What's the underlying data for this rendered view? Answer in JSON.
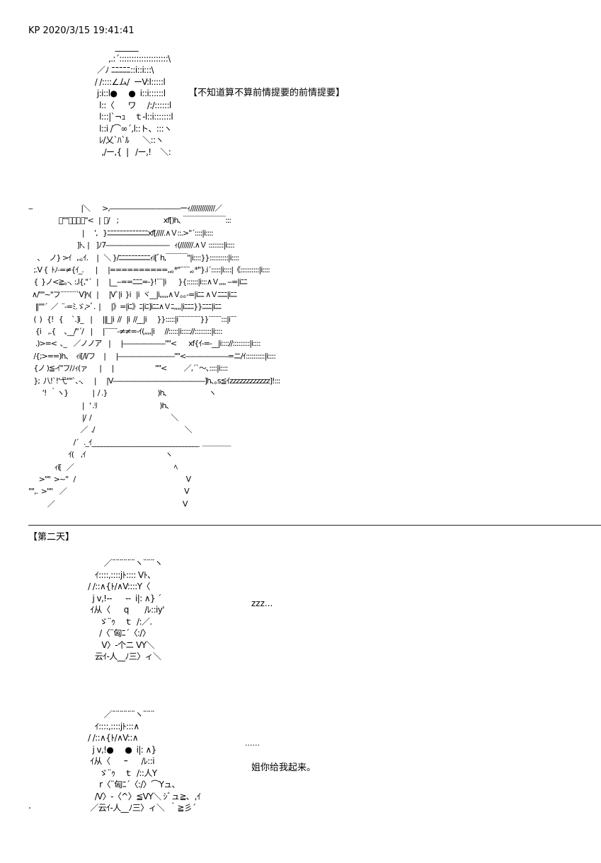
{
  "header": {
    "timestamp": "KP 2020/3/15 19:41:41"
  },
  "scene1": {
    "narration": "【不知道算不算前情提要的前情提要】",
    "aa_character": [
      "                 ______",
      "              ,.:´::::::::::::::::::::\\",
      "         ／ﾉ ﾆﾆﾆﾆﾆ::i::i:::\\",
      "        / /::::∠ム/  ーV:l:::::l",
      "         j:i::l●     ●  i::i::::::l",
      "          l::〈      ワ     /:/::::::l",
      "          l:::|`¬ｭ    ｔ-l::i:::::::l",
      "          l::i /⌒∞´,l::ト、:::ヽ",
      "          ﾚ/乂`ﾊ`ﾙ      ＼::ヽ",
      "           ,/ー,{  |   /ー,!    ＼:"
    ],
    "aa_scene": [
      "-‐                            |＼       >,――――――――――ーｨ/////////////／",
      "                 ﾞ\"\"～､､ﾞ\"<   |  ＼/    ;                          xf[)h､ ￣￣￣￣￣￣:::",
      "                               |      ',   }ﾆﾆﾆﾆﾆﾆﾆﾆﾆﾆﾆﾆﾆxf[////.∧Ｖ::.>\"´::::|i::::",
      "                            ]ﾄ､ |    ]ﾉ7―――――――――   ｨ(///////.∧Ｖ ::::::::|i::::",
      "     、   ノ} >ｲ   ,.｡ｲ.     |   ＼ }/ﾆﾆﾆﾆﾆﾆﾆﾆﾆﾆｨi[ﾞh,￣￣￣\"|i::::}}::::::::::|i::::",
      "   ;.V {  ﾄﾉ-=≠{ｲ_.       |      |==========,,｡*\"¨¨¨,｡*\"}.i´:::::|i::::|《::::::::::|i::::",
      "   {  }ノ<≧｡-､ :,l{,\"´   |      |__--==ﾆﾆﾆ=-}!¨¨|i       }{::::::|i:::∧Ｖ,,,, --=|iﾆﾆ",
      "  ∧/\"\"~\"フ¨¨¨¨¨`V]ﾍ(   |      |V`|i  }i   |i  ヾ__|i,,,,,∧Ｖ｡｡-=|iﾆﾆ ∧Ｖﾆﾆﾆ|iﾆﾆ",
      "    ‖\"\"´  ／  ¨-=ﾐ.ゞ,>ﾞ.  |      |》=|iﾆ》ﾆ|iﾆ]iﾆﾆ∧Ｖﾆ,,,,|iﾆﾆﾆ}}ﾆﾆﾆ|iﾆﾆ",
      "   (  )   {!   {     `.]i_    |      |‖_|i  //   |i  //__|i      }}:::::|i¨¨¨¨¨¨¨}}¨¨¨¨:::|i¨¨",
      "    {i    ,.{     ､__/\"´/    |      |¨¨¨¨-≠≠=-ｲ(,,,,|i      //:::::|i::::://:::::::::|i::::",
      "    .)>=<  ､_    ／ノノア    |      |――――――\"\"<       xf{ｲ-=-__|i:::://:::::::::|i::::",
      "   /{;>==)h、  ｨi[/l/フ     |      |――――――――\"\"<――――――=ニ/ｲ::::::::::|i::::",
      "   {ノ )≦-ｲ\"フ/ﾉｨ(ァ       |      |                        \"\"<          ／,´`～､::::|i::::",
      "   };  八!`!'弋\"\"`､-､      |      |V―――――――――――――]h､｡s≦ｲzzzzzzzzzzzz]!:::",
      "        ‘!  ｀ヽ}              |  / .}                             )h､                        ヽ",
      "                               |   ' .ﾘ                                    )h、",
      "                               |/  /                                              ＼",
      "                              ／  ./                                                    ＼",
      "                          /´   ._ｲ__________________________________  ＿＿＿＿",
      "                       ｲ(    ,ｲ                                              ヽ",
      "               ｨi[   ／                                                          ﾍ",
      "      >\"\"  >~\"   /                                                                V",
      "\"\",.  >\"\"    ／                                                                    V",
      "           ／                                                                          V"
    ]
  },
  "scene2": {
    "day_heading": "【第二天】",
    "aa_sleeping": [
      "            ／¨¨¨¨¨¨ヽ¨¨¨ヽ",
      "        ｲ::::,::::jﾄ:::: Vﾄ、",
      "     / /::∧{ﾄ/∧V::::Y〈",
      "       j v,!--      --  i|: ∧} ´",
      "      ｲ从〈      q       /ﾚ::iy'",
      "          ゞ¨ｩ    ｔ  /:／.",
      "          /〈¨匈ﾆ´〈:/〉",
      "           V〉-个ニ VY＼",
      "        云ｲ-人__ﾉ三〉ィ＼"
    ],
    "sleep_text": "zzz...",
    "aa_waking": [
      "            ／¨¨¨¨¨¨ヽ¨¨¨",
      "        ｲ::::,::::jﾄ:::∧",
      "     / /::∧{ﾄ/∧V::∧",
      "       j v,!●     ●  i|: ∧}",
      "      ｲ从〈      ｰ      /ﾚ::i",
      "          ゞ¨ｩ    ｔ  /::人Y",
      "          r〈¨匈ﾆ´〈:/〉⌒Yュ、",
      "        /V〉-〈^〉≦VY＼ ｼﾞュ≧､  ,ｲ",
      "      ／云ｲ-人__ﾉ三〉ィ＼  ｀≧彡´"
    ],
    "ellipsis_text": "......",
    "dialogue": "姐你给我起来。",
    "stray_dot": "."
  }
}
